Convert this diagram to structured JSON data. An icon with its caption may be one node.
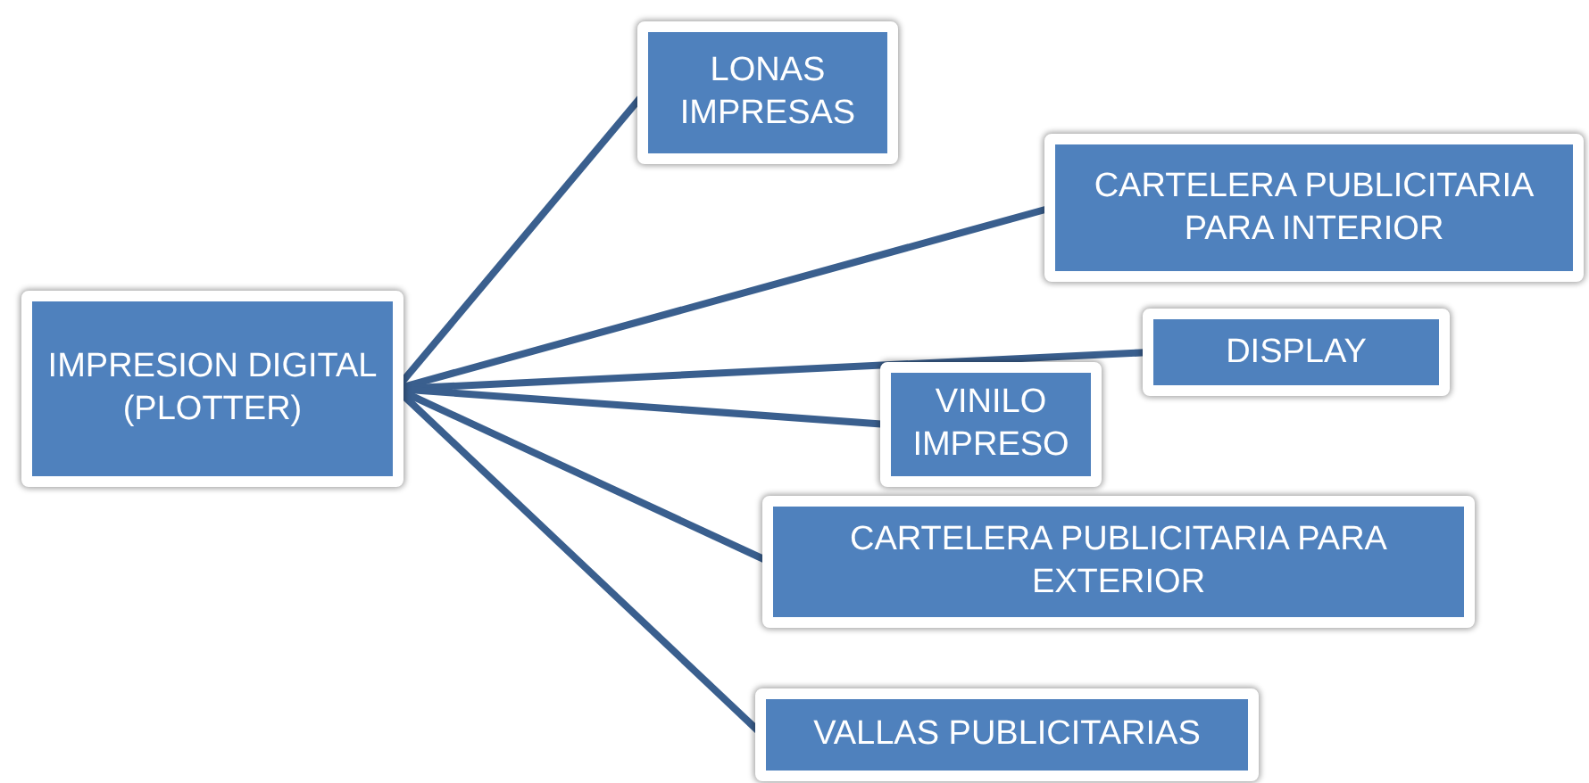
{
  "diagram": {
    "nodes": [
      {
        "text": [
          "IMPRESION DIGITAL (PLOTTER)"
        ]
      },
      {
        "text": [
          "LONAS IMPRESAS"
        ]
      },
      {
        "text": [
          "CARTELERA PUBLICITARIA PARA INTERIOR"
        ]
      },
      {
        "text": [
          "DISPLAY"
        ]
      },
      {
        "text": [
          "VINILO IMPRESO"
        ]
      },
      {
        "text": [
          "CARTELERA PUBLICITARIA PARA EXTERIOR"
        ]
      },
      {
        "text": [
          "VALLAS PUBLICITARIAS"
        ]
      }
    ],
    "edges": [
      {
        "from": 0,
        "to": 1,
        "arrow": "none"
      },
      {
        "from": 0,
        "to": 2,
        "arrow": "none"
      },
      {
        "from": 0,
        "to": 3,
        "arrow": "none"
      },
      {
        "from": 0,
        "to": 4,
        "arrow": "none"
      },
      {
        "from": 0,
        "to": 5,
        "arrow": "none"
      },
      {
        "from": 0,
        "to": 6,
        "arrow": "none"
      }
    ]
  }
}
